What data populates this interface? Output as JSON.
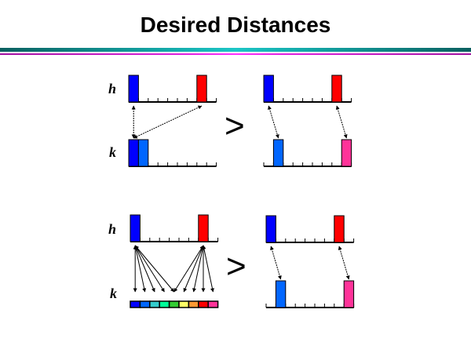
{
  "title": "Desired Distances",
  "labels": {
    "h": "h",
    "k": "k",
    "greater_than": ">"
  },
  "colors": {
    "blue": "#0000ff",
    "light_blue": "#0066ff",
    "red": "#ff0000",
    "pink": "#ff3399",
    "palette": [
      "#0000ff",
      "#0066ff",
      "#33cccc",
      "#00ff99",
      "#33cc33",
      "#ffff66",
      "#ff9933",
      "#ff0000",
      "#ff3399"
    ]
  },
  "panels": [
    {
      "id": "top-left",
      "h_bins": [
        {
          "bin": 0,
          "color": "blue"
        },
        {
          "bin": 7,
          "color": "red"
        }
      ],
      "k_bins": [
        {
          "bin": 0,
          "color": "blue"
        },
        {
          "bin": 1,
          "color": "light_blue"
        }
      ],
      "arrows": [
        [
          0,
          0
        ],
        [
          7,
          0
        ]
      ]
    },
    {
      "id": "top-right",
      "h_bins": [
        {
          "bin": 0,
          "color": "blue"
        },
        {
          "bin": 7,
          "color": "red"
        }
      ],
      "k_bins": [
        {
          "bin": 1,
          "color": "light_blue"
        },
        {
          "bin": 8,
          "color": "pink"
        }
      ],
      "arrows": [
        [
          0,
          1
        ],
        [
          7,
          8
        ]
      ]
    },
    {
      "id": "bottom-left",
      "h_bins": [
        {
          "bin": 0,
          "color": "blue"
        },
        {
          "bin": 7,
          "color": "red"
        }
      ],
      "k_palette": true,
      "arrows": [
        [
          0,
          0
        ],
        [
          0,
          1
        ],
        [
          0,
          2
        ],
        [
          0,
          3
        ],
        [
          0,
          4
        ],
        [
          7,
          4
        ],
        [
          7,
          5
        ],
        [
          7,
          6
        ],
        [
          7,
          7
        ],
        [
          7,
          8
        ]
      ]
    },
    {
      "id": "bottom-right",
      "h_bins": [
        {
          "bin": 0,
          "color": "blue"
        },
        {
          "bin": 7,
          "color": "red"
        }
      ],
      "k_bins": [
        {
          "bin": 1,
          "color": "light_blue"
        },
        {
          "bin": 8,
          "color": "pink"
        }
      ],
      "arrows": [
        [
          0,
          1
        ],
        [
          7,
          8
        ]
      ]
    }
  ]
}
